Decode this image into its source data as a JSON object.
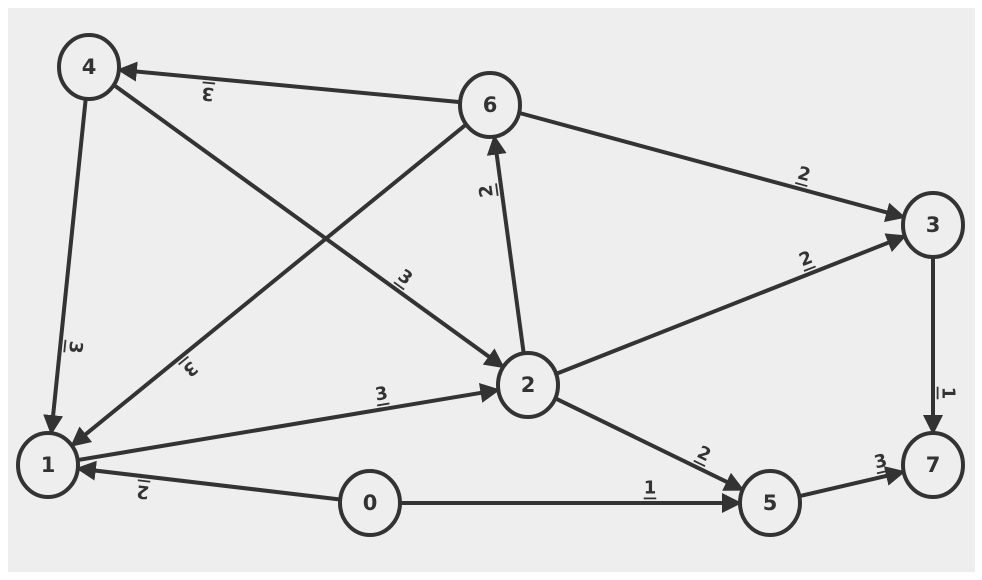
{
  "graph": {
    "colors": {
      "background": "#eeeeee",
      "stroke": "#333333"
    },
    "nodes": [
      {
        "id": "0"
      },
      {
        "id": "1"
      },
      {
        "id": "2"
      },
      {
        "id": "3"
      },
      {
        "id": "4"
      },
      {
        "id": "5"
      },
      {
        "id": "6"
      },
      {
        "id": "7"
      }
    ],
    "edges": [
      {
        "from": "6",
        "to": "4",
        "weight": "3"
      },
      {
        "from": "4",
        "to": "1",
        "weight": "3"
      },
      {
        "from": "4",
        "to": "2",
        "weight": "3"
      },
      {
        "from": "6",
        "to": "1",
        "weight": "3"
      },
      {
        "from": "6",
        "to": "3",
        "weight": "2"
      },
      {
        "from": "2",
        "to": "6",
        "weight": "2"
      },
      {
        "from": "2",
        "to": "3",
        "weight": "2"
      },
      {
        "from": "1",
        "to": "2",
        "weight": "3"
      },
      {
        "from": "0",
        "to": "1",
        "weight": "2"
      },
      {
        "from": "0",
        "to": "5",
        "weight": "1"
      },
      {
        "from": "2",
        "to": "5",
        "weight": "2"
      },
      {
        "from": "5",
        "to": "7",
        "weight": "3"
      },
      {
        "from": "3",
        "to": "7",
        "weight": "1"
      }
    ]
  }
}
